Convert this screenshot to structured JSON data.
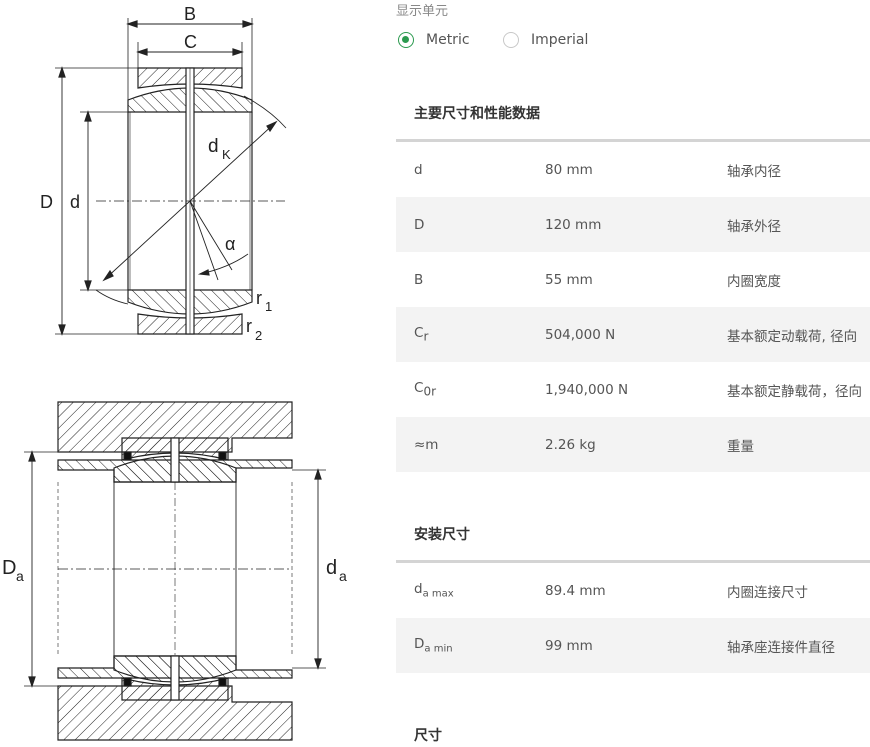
{
  "drawing_labels": {
    "B": "B",
    "C": "C",
    "D": "D",
    "d": "d",
    "dK": "d",
    "dK_sub": "K",
    "alpha": "α",
    "r1": "r",
    "r1_sub": "1",
    "r2": "r",
    "r2_sub": "2",
    "Da": "D",
    "Da_sub": "a",
    "da": "d",
    "da_sub": "a"
  },
  "units": {
    "label": "显示单元",
    "options": [
      {
        "label": "Metric",
        "selected": true
      },
      {
        "label": "Imperial",
        "selected": false
      }
    ]
  },
  "sections": {
    "main": {
      "title": "主要尺寸和性能数据",
      "rows": [
        {
          "sym": "d",
          "sub": "",
          "value": "80 mm",
          "desc": "轴承内径"
        },
        {
          "sym": "D",
          "sub": "",
          "value": "120 mm",
          "desc": "轴承外径"
        },
        {
          "sym": "B",
          "sub": "",
          "value": "55 mm",
          "desc": "内圈宽度"
        },
        {
          "sym": "C",
          "sub": "r",
          "value": "504,000 N",
          "desc": "基本额定动载荷, 径向"
        },
        {
          "sym": "C",
          "sub": "0r",
          "value": "1,940,000 N",
          "desc": "基本额定静载荷，径向"
        },
        {
          "sym": "≈m",
          "sub": "",
          "value": "2.26 kg",
          "desc": "重量"
        }
      ]
    },
    "mounting": {
      "title": "安装尺寸",
      "rows": [
        {
          "sym": "d",
          "sub": "a max",
          "value": "89.4 mm",
          "desc": "内圈连接尺寸"
        },
        {
          "sym": "D",
          "sub": "a min",
          "value": "99 mm",
          "desc": "轴承座连接件直径"
        }
      ]
    },
    "dimensions": {
      "title": "尺寸"
    }
  },
  "colors": {
    "accent": "#2b9a4f",
    "shade": "#f3f3f3",
    "rule": "#d4d4d4"
  }
}
